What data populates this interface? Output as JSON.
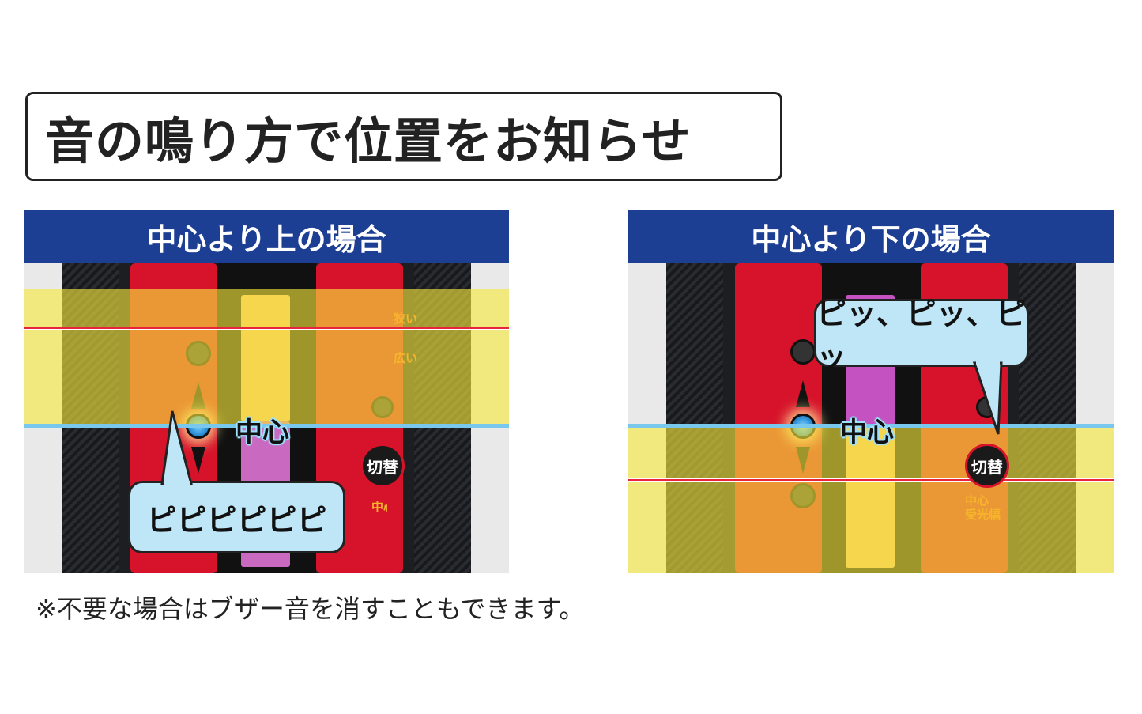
{
  "title": "音の鳴り方で位置をお知らせ",
  "panels": [
    {
      "header": "中心より上の場合",
      "center_label": "中心",
      "sound": "ピピピピピピ",
      "labels": {
        "narrow": "狭い",
        "wide": "広い",
        "switch": "切替",
        "range": "中心受光幅"
      }
    },
    {
      "header": "中心より下の場合",
      "center_label": "中心",
      "sound": "ピッ、ピッ、ピッ",
      "labels": {
        "switch": "切替",
        "range_1": "中心",
        "range_2": "受光幅"
      }
    }
  ],
  "note": "※不要な場合はブザー音を消すこともできます。",
  "colors": {
    "header": "#1d3f93",
    "band": "#f7e83c",
    "center_line": "#78c8ee",
    "edge_line": "#e8243c",
    "bubble": "#bfe6f7",
    "device_red": "#d6132a"
  }
}
